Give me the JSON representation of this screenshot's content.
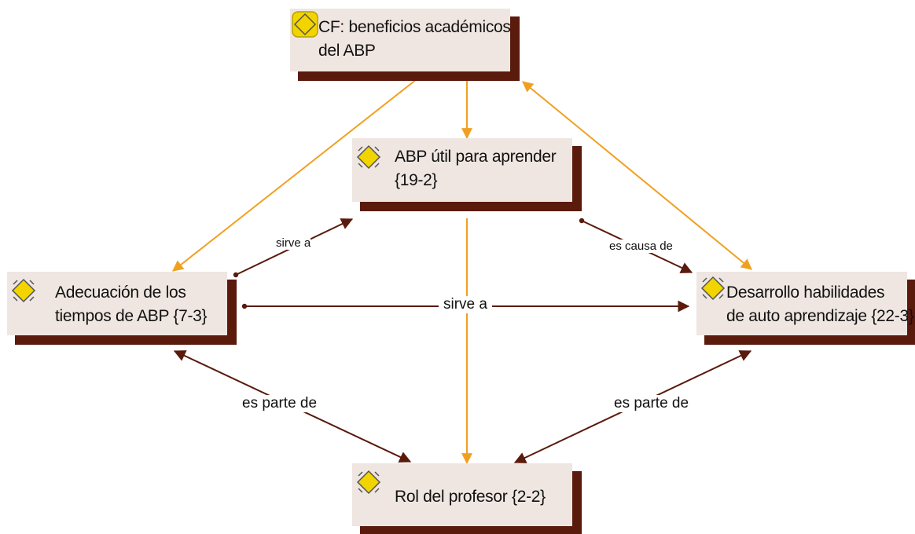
{
  "nodes": {
    "cf": {
      "line1": "CF: beneficios académicos",
      "line2": "del ABP"
    },
    "util": {
      "line1": "ABP útil para aprender",
      "line2": "{19-2}"
    },
    "adec": {
      "line1": "Adecuación de los",
      "line2": "tiempos de ABP {7-3}"
    },
    "desa": {
      "line1": "Desarrollo habilidades",
      "line2": "de auto aprendizaje {22-3}"
    },
    "rol": {
      "line1": "Rol del profesor {2-2}"
    }
  },
  "edges": {
    "sirve_a_upper": "sirve a",
    "es_causa_de": "es causa de",
    "sirve_a_middle": "sirve a",
    "es_parte_de_left": "es parte de",
    "es_parte_de_right": "es parte de"
  },
  "colors": {
    "node_fill": "#efe6e1",
    "node_shadow": "#5a1a0c",
    "orange_arrow": "#f0a020",
    "brown_arrow": "#5a1a0c",
    "icon_fill": "#f2d400"
  }
}
